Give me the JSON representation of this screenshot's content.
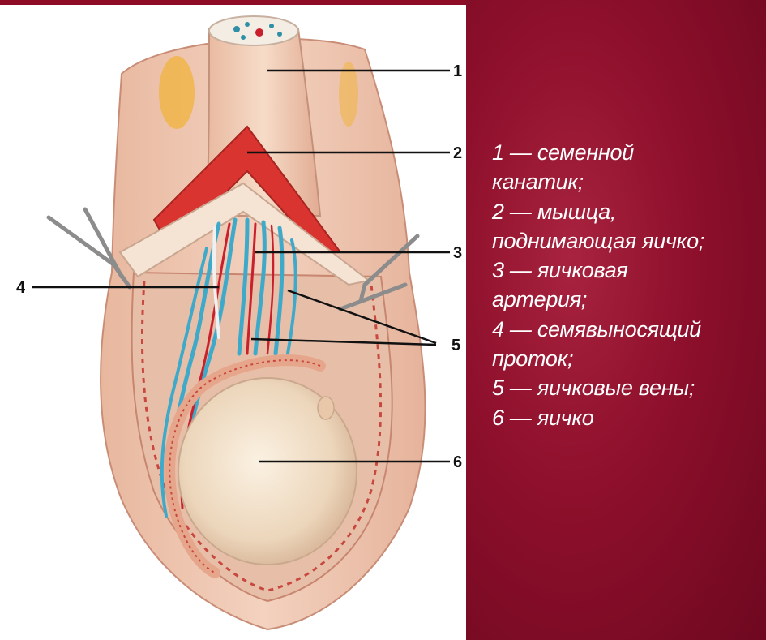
{
  "colors": {
    "panel": "#8d0f2b",
    "legend_text": "#ffffff",
    "skin": "#efc4ae",
    "muscle": "#d9342f",
    "artery": "#c8202c",
    "vein": "#3fa9c9",
    "testis": "#eedcc2"
  },
  "illustration": {
    "callouts": [
      "1",
      "2",
      "3",
      "4",
      "5",
      "6"
    ]
  },
  "legend": {
    "lines": [
      "1 — семенной",
      "канатик;",
      "2 — мышца,",
      "поднимающая яичко;",
      "3 — яичковая",
      "артерия;",
      "4 — семявыносящий",
      "проток;",
      "5 — яичковые вены;",
      "6 — яичко"
    ]
  }
}
